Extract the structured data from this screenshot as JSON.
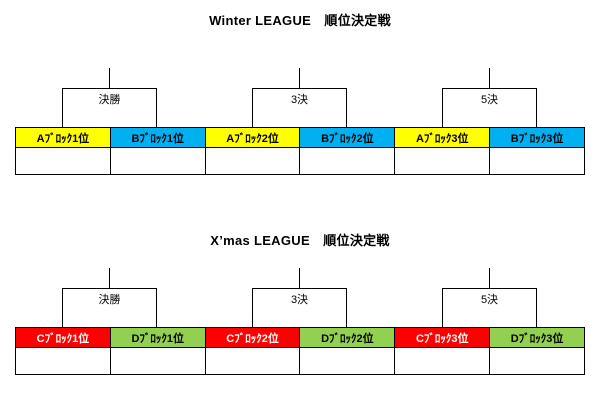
{
  "leagues": [
    {
      "id": "winter",
      "title": "Winter LEAGUE　順位決定戦",
      "matches": [
        {
          "label": "決勝"
        },
        {
          "label": "3決"
        },
        {
          "label": "5決"
        }
      ],
      "cells": [
        {
          "text": "Aﾌﾞﾛｯｸ1位",
          "bg": "#FFFF00",
          "fg": "#000000"
        },
        {
          "text": "Bﾌﾞﾛｯｸ1位",
          "bg": "#00B0F0",
          "fg": "#000000"
        },
        {
          "text": "Aﾌﾞﾛｯｸ2位",
          "bg": "#FFFF00",
          "fg": "#000000"
        },
        {
          "text": "Bﾌﾞﾛｯｸ2位",
          "bg": "#00B0F0",
          "fg": "#000000"
        },
        {
          "text": "Aﾌﾞﾛｯｸ3位",
          "bg": "#FFFF00",
          "fg": "#000000"
        },
        {
          "text": "Bﾌﾞﾛｯｸ3位",
          "bg": "#00B0F0",
          "fg": "#000000"
        }
      ]
    },
    {
      "id": "xmas",
      "title": "X’mas LEAGUE　順位決定戦",
      "matches": [
        {
          "label": "決勝"
        },
        {
          "label": "3決"
        },
        {
          "label": "5決"
        }
      ],
      "cells": [
        {
          "text": "Cﾌﾞﾛｯｸ1位",
          "bg": "#FF0000",
          "fg": "#FFFFFF"
        },
        {
          "text": "Dﾌﾞﾛｯｸ1位",
          "bg": "#92D050",
          "fg": "#000000"
        },
        {
          "text": "Cﾌﾞﾛｯｸ2位",
          "bg": "#FF0000",
          "fg": "#FFFFFF"
        },
        {
          "text": "Dﾌﾞﾛｯｸ2位",
          "bg": "#92D050",
          "fg": "#000000"
        },
        {
          "text": "Cﾌﾞﾛｯｸ3位",
          "bg": "#FF0000",
          "fg": "#FFFFFF"
        },
        {
          "text": "Dﾌﾞﾛｯｸ3位",
          "bg": "#92D050",
          "fg": "#000000"
        }
      ]
    }
  ],
  "colors": {
    "line": "#000000",
    "background": "#FFFFFF",
    "block_a": "#FFFF00",
    "block_b": "#00B0F0",
    "block_c": "#FF0000",
    "block_d": "#92D050"
  }
}
